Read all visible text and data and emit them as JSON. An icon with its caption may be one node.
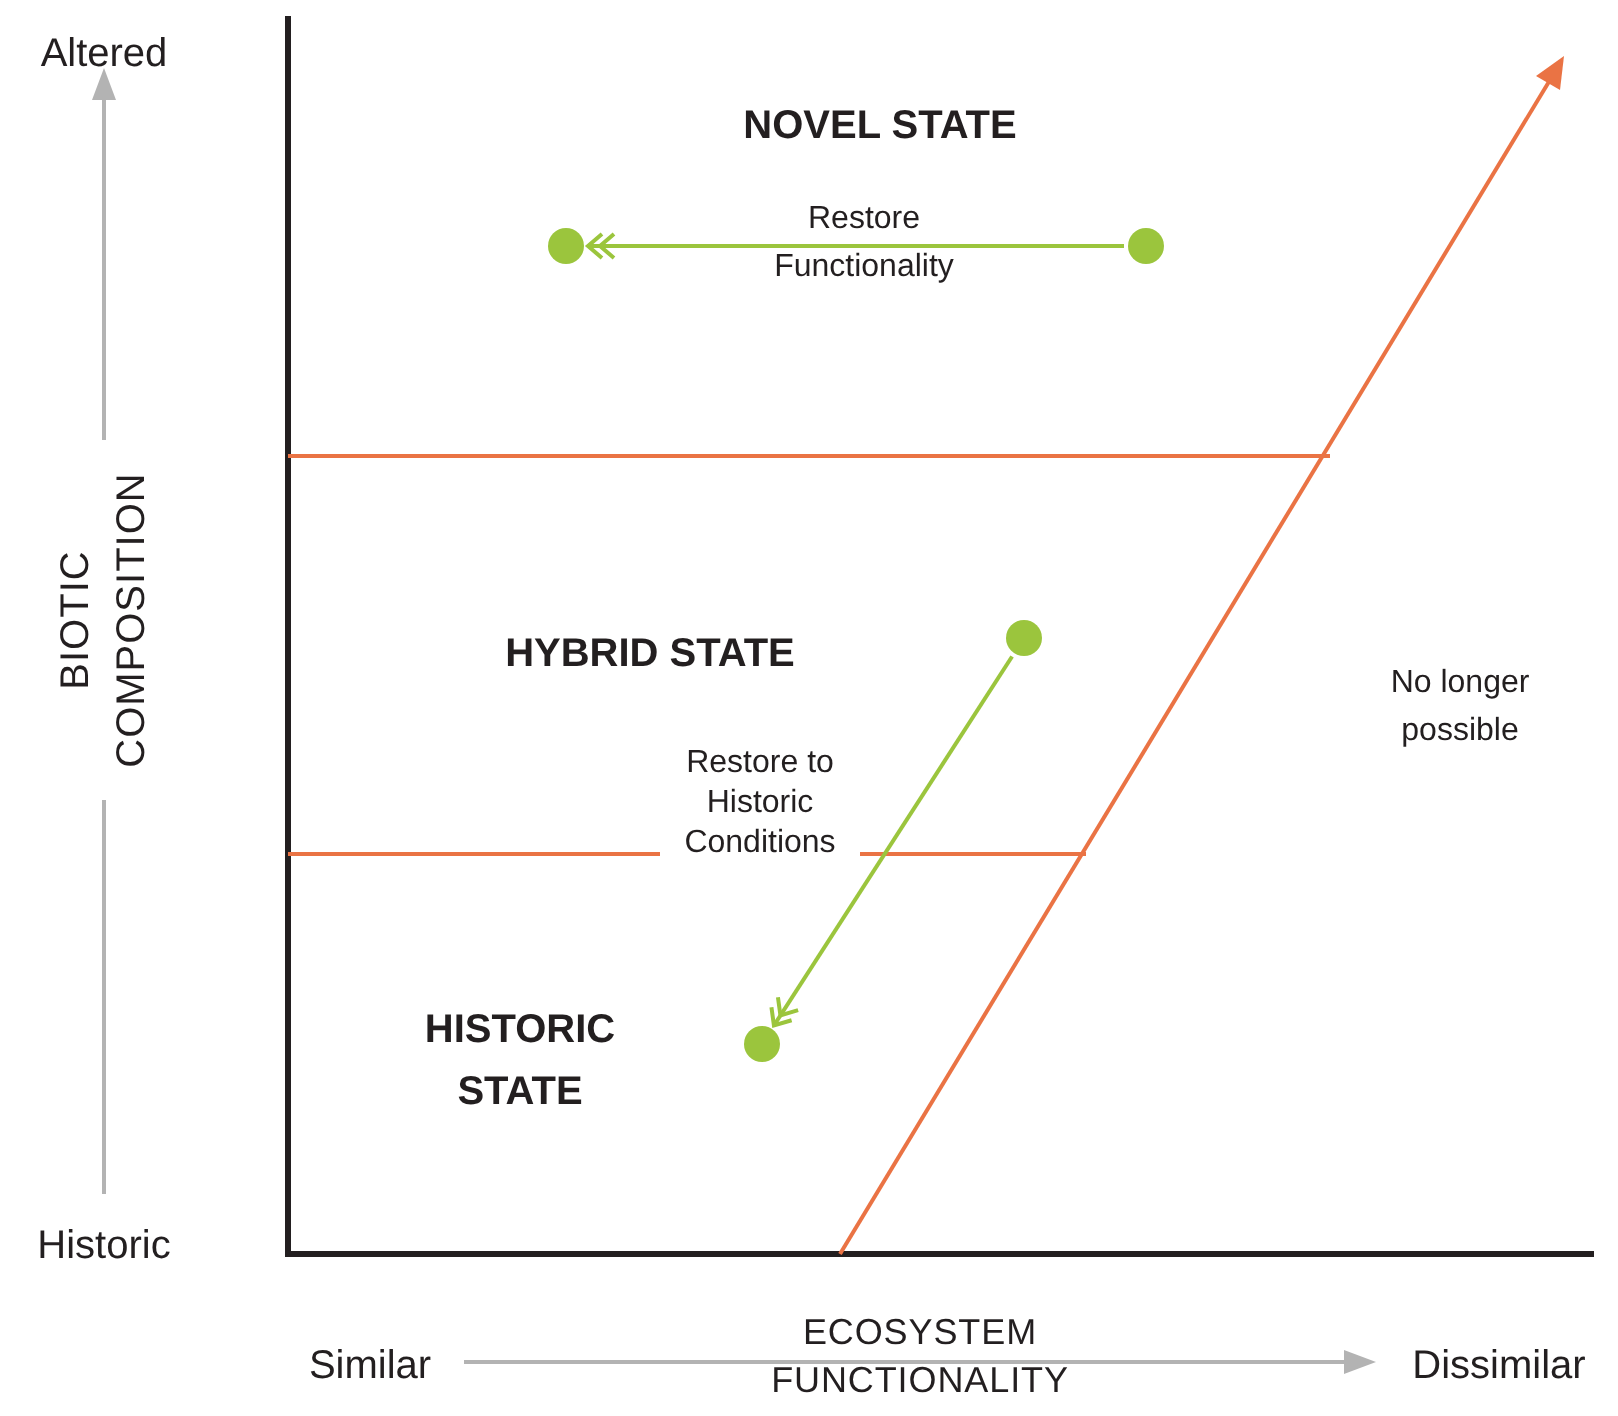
{
  "diagram": {
    "nodes": [
      {
        "text": [],
        "shape": "circle"
      },
      {
        "text": [],
        "shape": "circle"
      },
      {
        "text": [],
        "shape": "circle"
      },
      {
        "text": [],
        "shape": "circle"
      }
    ],
    "edges": [
      {
        "from": 1,
        "to": 0,
        "arrow": "to",
        "label": "Restore Functionality"
      },
      {
        "from": 2,
        "to": 3,
        "arrow": "to",
        "label": "Restore to Historic Conditions"
      }
    ],
    "labels": [
      "Altered",
      "BIOTIC COMPOSITION",
      "Historic",
      "NOVEL STATE",
      "HYBRID STATE",
      "HISTORIC STATE",
      "No longer possible",
      "Similar",
      "ECOSYSTEM FUNCTIONALITY",
      "Dissimilar"
    ]
  }
}
